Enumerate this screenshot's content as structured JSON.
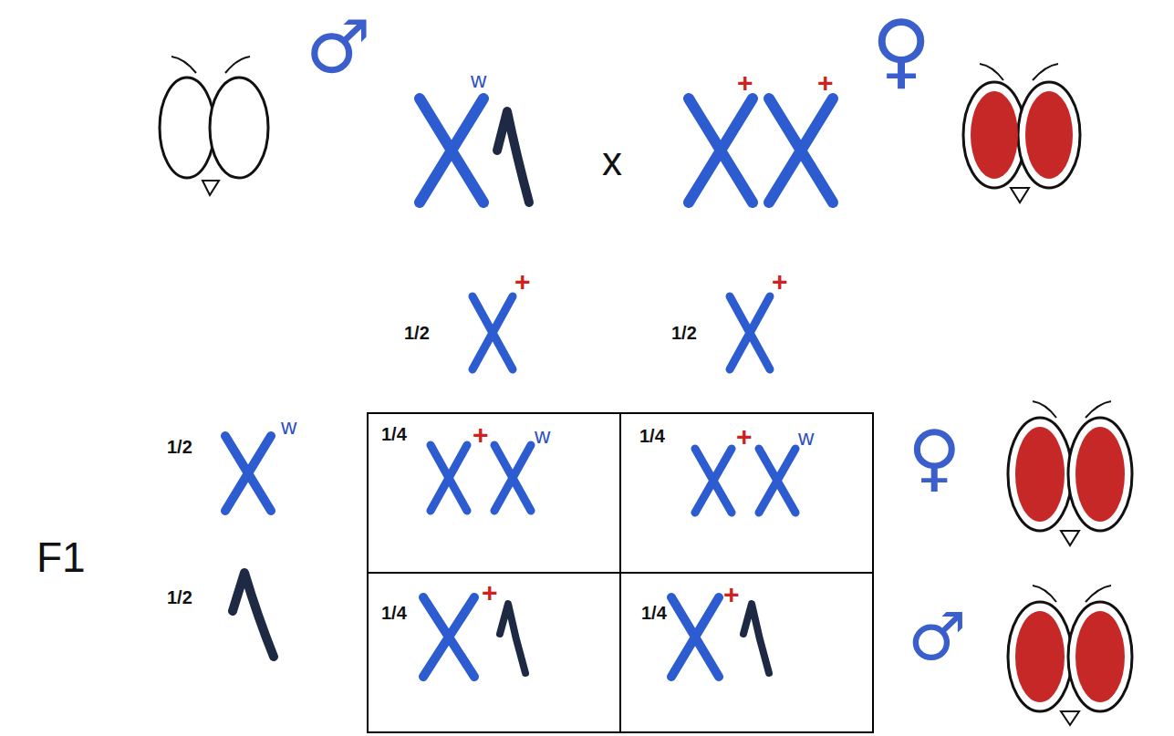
{
  "diagram": {
    "nodes": [
      {
        "text": [
          "1/4",
          "+",
          "w"
        ]
      },
      {
        "text": [
          "1/4",
          "+",
          "w"
        ]
      },
      {
        "text": [
          "1/4",
          "+"
        ]
      },
      {
        "text": [
          "1/4",
          "+"
        ]
      }
    ],
    "labels": [
      "♂",
      "w",
      "x",
      "+",
      "+",
      "♀",
      "1/2",
      "+",
      "1/2",
      "+",
      "1/2",
      "w",
      "F1",
      "1/2",
      "♀",
      "♂"
    ]
  }
}
